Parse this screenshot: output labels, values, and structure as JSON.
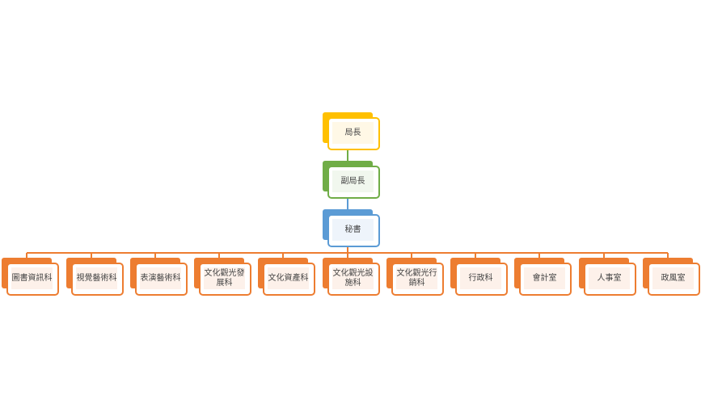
{
  "colors": {
    "director": "#ffc000",
    "deputy": "#70ad47",
    "secretary": "#5b9bd5",
    "sections": "#ed7d31"
  },
  "top": {
    "director": "局長",
    "deputy": "副局長",
    "secretary": "秘書"
  },
  "sections": [
    "圖書資訊科",
    "視覺藝術科",
    "表演藝術科",
    "文化觀光發展科",
    "文化資產科",
    "文化觀光設施科",
    "文化觀光行銷科",
    "行政科",
    "會計室",
    "人事室",
    "政風室"
  ]
}
